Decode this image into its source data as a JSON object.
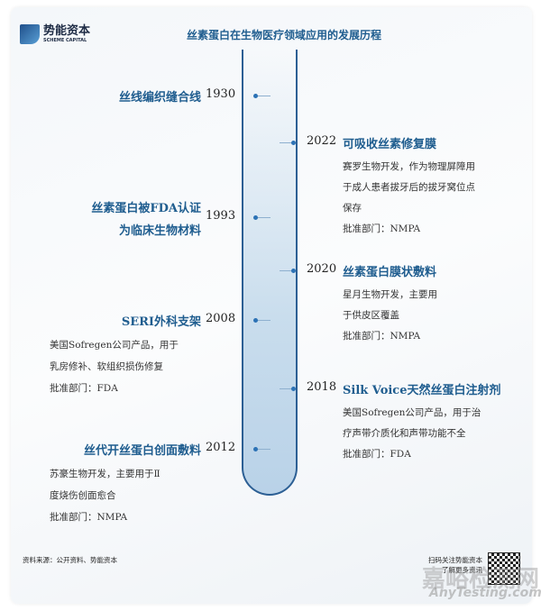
{
  "brand": {
    "name_cn": "势能资本",
    "name_en": "SCHEME CAPITAL"
  },
  "title": "丝素蛋白在生物医疗领域应用的发展历程",
  "left_events": [
    {
      "year": "1930",
      "title": [
        "丝线编织缝合线"
      ],
      "desc": []
    },
    {
      "year": "1993",
      "title": [
        "丝素蛋白被FDA认证",
        "为临床生物材料"
      ],
      "desc": []
    },
    {
      "year": "2008",
      "title": [
        "SERI外科支架"
      ],
      "desc": [
        "美国Sofregen公司产品，用于",
        "乳房修补、软组织损伤修复",
        "批准部门：FDA"
      ]
    },
    {
      "year": "2012",
      "title": [
        "丝代开丝蛋白创面敷料"
      ],
      "desc": [
        "苏豪生物开发，主要用于Ⅱ",
        "度烧伤创面愈合",
        "批准部门：NMPA"
      ]
    }
  ],
  "right_events": [
    {
      "year": "2022",
      "title": "可吸收丝素修复膜",
      "desc": [
        "赛罗生物开发，作为物理屏障用",
        "于成人患者拔牙后的拔牙窝位点",
        "保存",
        "批准部门：NMPA"
      ]
    },
    {
      "year": "2020",
      "title": "丝素蛋白膜状敷料",
      "desc": [
        "星月生物开发，主要用",
        "于供皮区覆盖",
        "批准部门：NMPA"
      ]
    },
    {
      "year": "2018",
      "title": "Silk Voice天然丝蛋白注射剂",
      "desc": [
        "美国Sofregen公司产品，用于治",
        "疗声带介质化和声带功能不全",
        "批准部门：FDA"
      ]
    }
  ],
  "footer": {
    "source": "资料来源：公开资料、势能资本",
    "qr_line1": "扫码关注势能资本",
    "qr_line2": "了解更多资讯"
  },
  "watermark": {
    "cn": "嘉峪检测网",
    "en": "AnyTesting.com"
  }
}
